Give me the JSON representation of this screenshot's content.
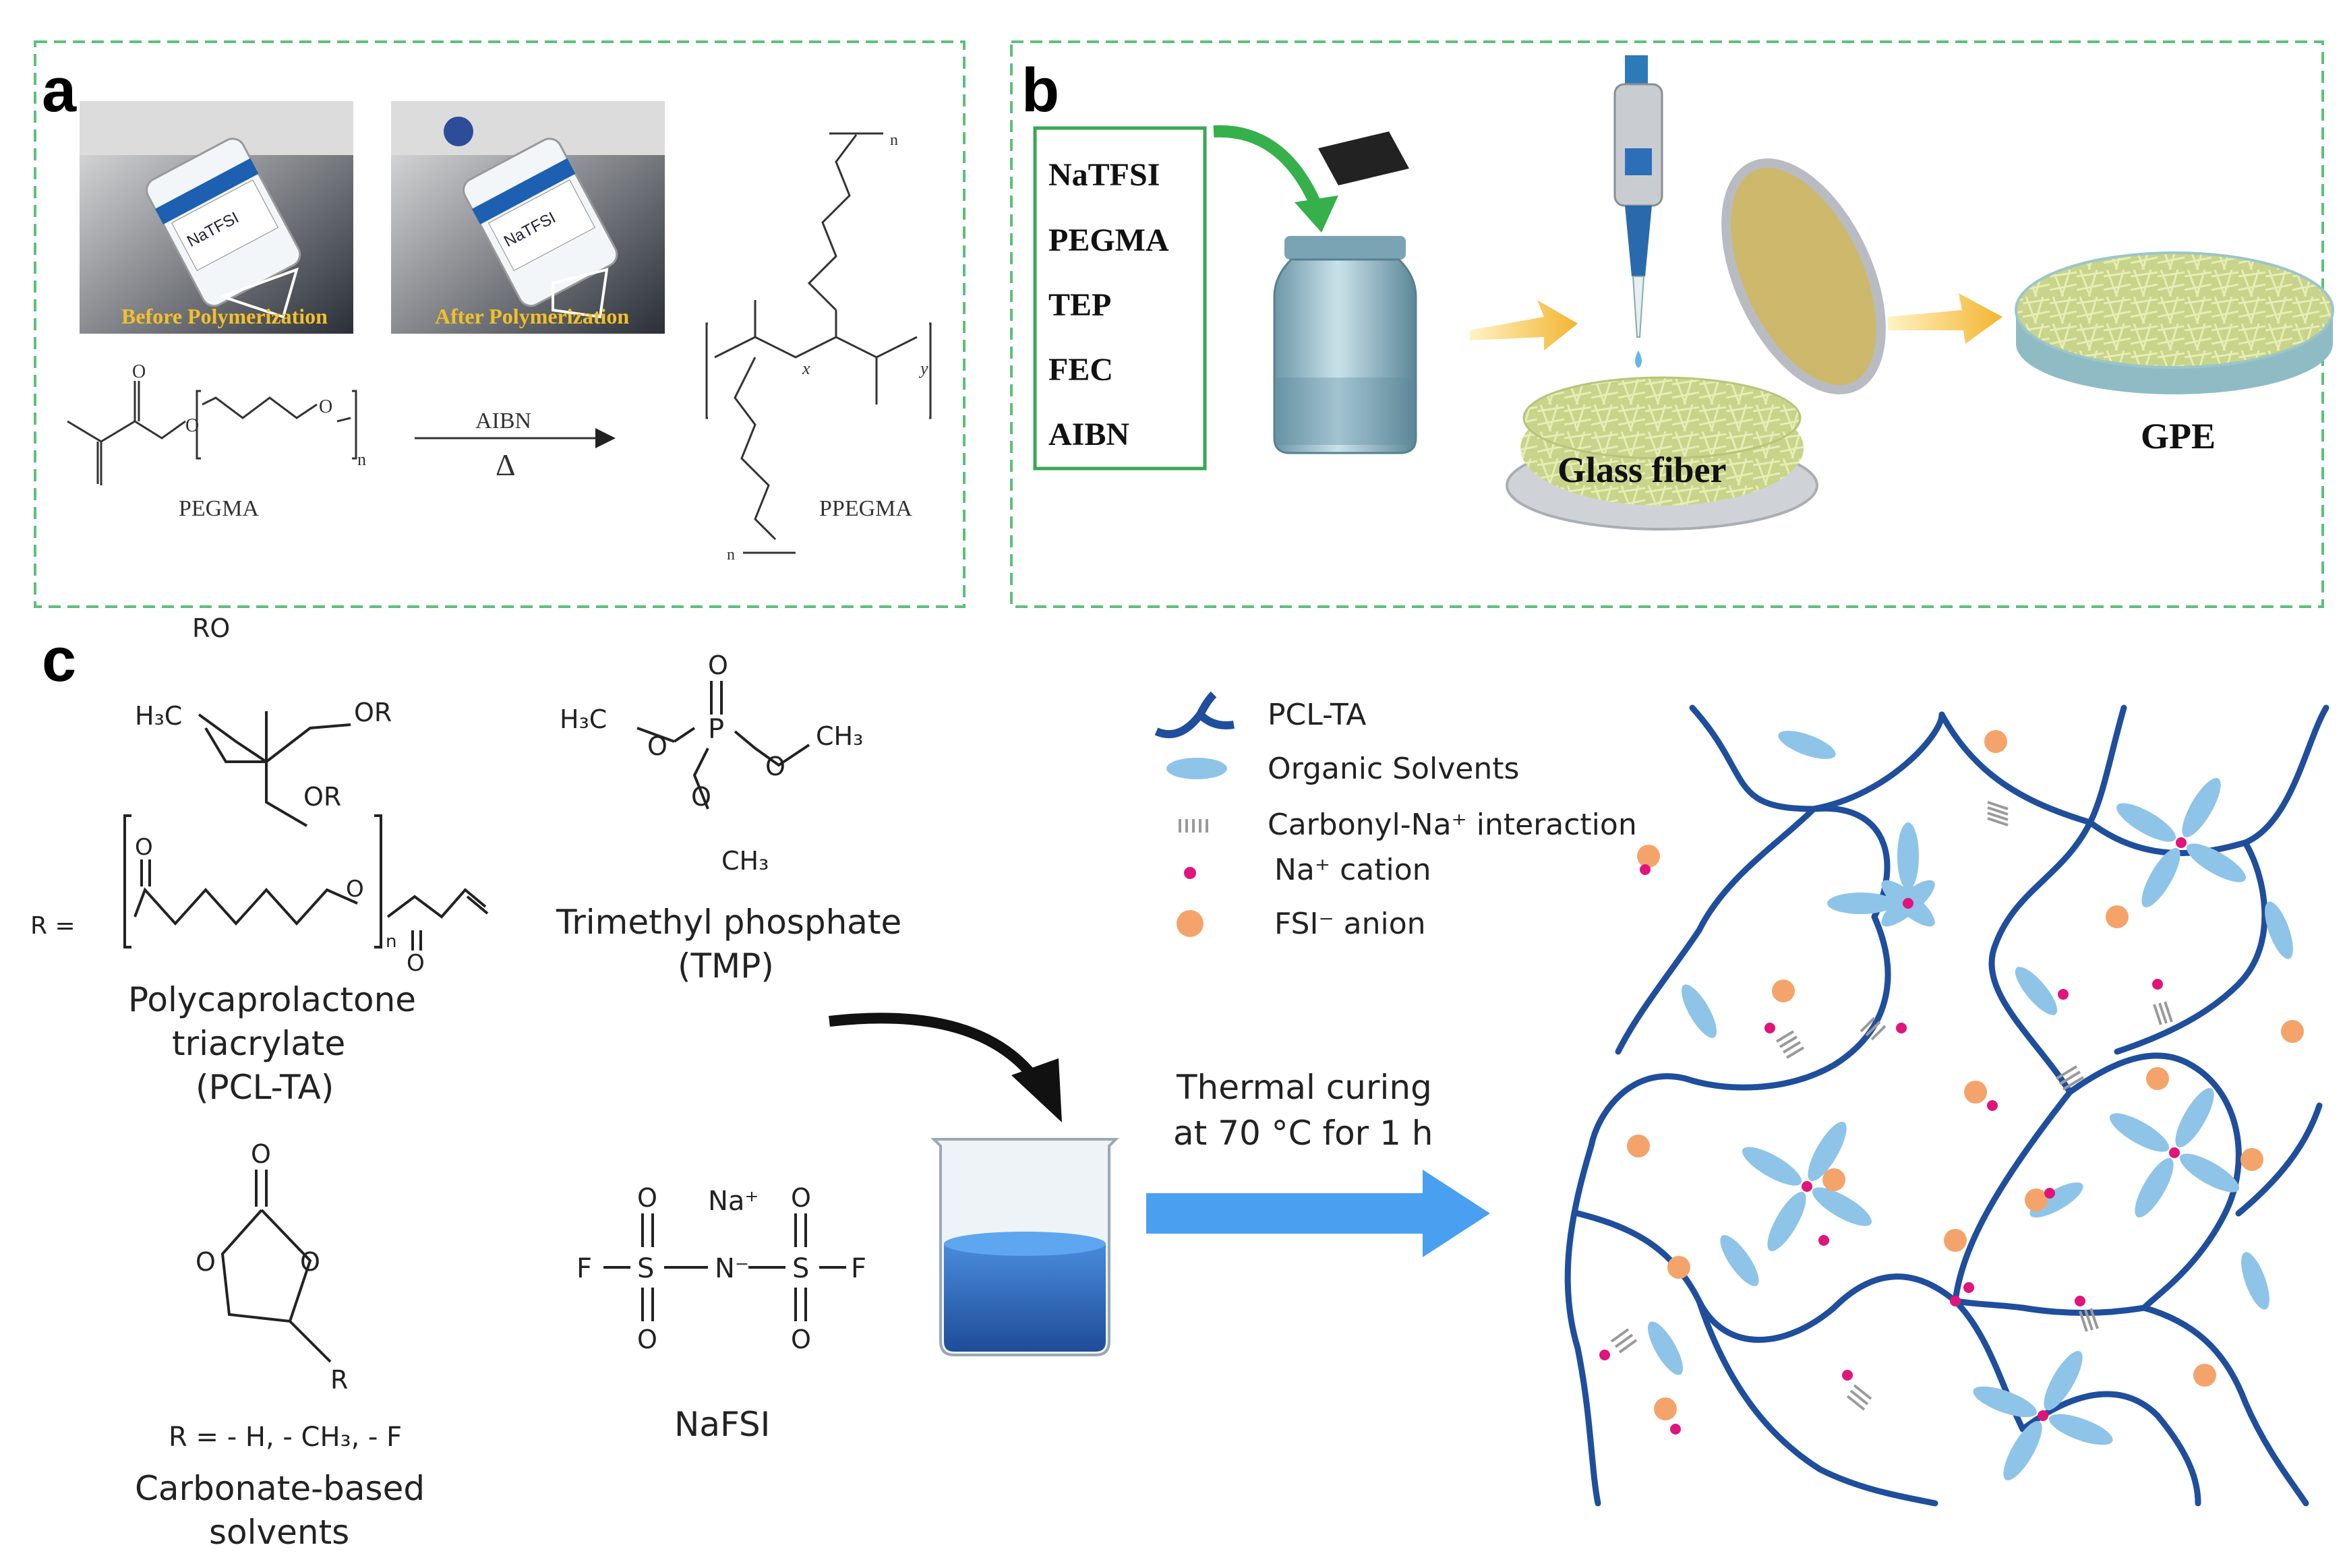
{
  "panel_a": {
    "label": "a",
    "photo_before_caption": "Before Polymerization",
    "photo_after_caption": "After Polymerization",
    "photo_vial_label": "NaTFSI",
    "monomer_name": "PEGMA",
    "initiator": "AIBN",
    "heat_symbol": "Δ",
    "polymer_name": "PPEGMA",
    "subscript_n": "n",
    "subscript_x": "x",
    "subscript_y": "y",
    "oxygen": "O"
  },
  "panel_b": {
    "label": "b",
    "components": [
      "NaTFSI",
      "PEGMA",
      "TEP",
      "FEC",
      "AIBN"
    ],
    "glass_fiber_label": "Glass fiber",
    "product_label": "GPE"
  },
  "panel_c": {
    "label": "c",
    "pclta": {
      "ro_top": "RO",
      "h3c": "H₃C",
      "or_right": "OR",
      "or_bottom": "OR",
      "r_eq": "R =",
      "n": "n",
      "o": "O",
      "name_line1": "Polycaprolactone",
      "name_line2": "triacrylate",
      "name_line3": "(PCL-TA)"
    },
    "tmp": {
      "o_top": "O",
      "p": "P",
      "h3c": "H₃C",
      "ch3_right": "CH₃",
      "ch3_bottom": "CH₃",
      "o": "O",
      "name_line1": "Trimethyl phosphate",
      "name_line2": "(TMP)"
    },
    "carbonate": {
      "o": "O",
      "r": "R",
      "r_def": "R = - H, - CH₃, - F",
      "name_line1": "Carbonate-based",
      "name_line2": "solvents"
    },
    "nafsi": {
      "na": "Na⁺",
      "f": "F",
      "s": "S",
      "n": "N⁻",
      "o": "O",
      "name": "NaFSI"
    },
    "process_line1": "Thermal curing",
    "process_line2": "at 70 °C for 1 h",
    "legend": [
      {
        "label": "PCL-TA",
        "color": "#1f4e9c"
      },
      {
        "label": "Organic Solvents",
        "color": "#8ec4e8"
      },
      {
        "label": "Carbonyl-Na⁺ interaction",
        "color": "#9a9a9a"
      },
      {
        "label": "Na⁺ cation",
        "color": "#e0147a"
      },
      {
        "label": "FSI⁻ anion",
        "color": "#f4a46a"
      }
    ]
  },
  "colors": {
    "frame_dash": "#5fbf7a",
    "network": "#1f4e9c",
    "solvent": "#8ec4e8",
    "na_cation": "#e0147a",
    "fsi_anion": "#f4a46a",
    "arrow_blue": "#4aa0f0",
    "arrow_gold": "#f3c04a",
    "component_box": "#3aa655"
  }
}
